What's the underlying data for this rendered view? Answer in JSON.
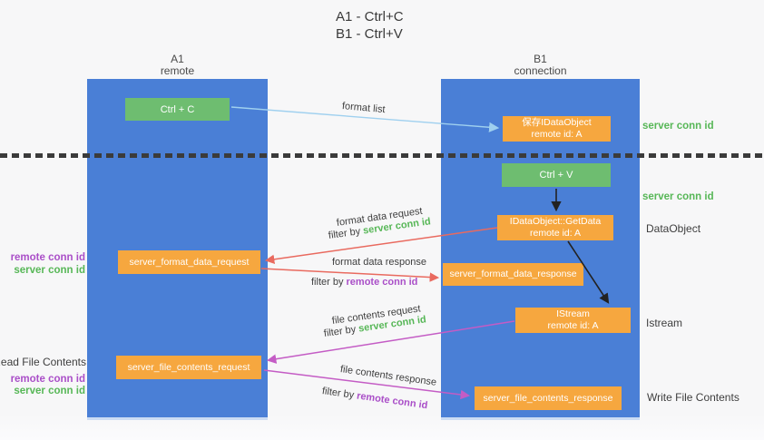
{
  "title": {
    "line1": "A1 - Ctrl+C",
    "line2": "B1 - Ctrl+V"
  },
  "columns": {
    "a1": {
      "name": "A1",
      "subtitle": "remote"
    },
    "b1": {
      "name": "B1",
      "subtitle": "connection"
    }
  },
  "nodes": {
    "ctrl_c": {
      "label": "Ctrl + C"
    },
    "ctrl_v": {
      "label": "Ctrl + V"
    },
    "save_dataobject": {
      "line1": "保存IDataObject",
      "line2": "remote id: A"
    },
    "getdata": {
      "line1": "IDataObject::GetData",
      "line2": "remote id: A"
    },
    "istream": {
      "line1": "IStream",
      "line2": "remote id: A"
    },
    "format_request": {
      "label": "server_format_data_request"
    },
    "format_response": {
      "label": "server_format_data_response"
    },
    "file_request": {
      "label": "server_file_contents_request"
    },
    "file_response": {
      "label": "server_file_contents_response"
    }
  },
  "edge_labels": {
    "format_list": "format list",
    "format_data_request": "format data request",
    "format_data_response": "format data response",
    "file_contents_request": "file contents request",
    "file_contents_response": "file contents response",
    "filter_by": "filter by",
    "server_conn_id": "server conn id",
    "remote_conn_id": "remote conn id"
  },
  "annotations": {
    "dataobject": "DataObject",
    "istream": "Istream",
    "read_file_contents": "Read File Contents",
    "write_file_contents": "Write File Contents"
  },
  "colors": {
    "column_blue": "#4a7fd6",
    "node_green": "#6ebd70",
    "node_orange": "#f6a73f",
    "arrow_lightblue": "#9fd0ef",
    "arrow_red": "#e96a5f",
    "arrow_magenta": "#c45cc5",
    "arrow_black": "#222222",
    "text_green": "#57b757",
    "text_purple": "#aa4fc8",
    "text_dark": "#3e3e3e"
  }
}
